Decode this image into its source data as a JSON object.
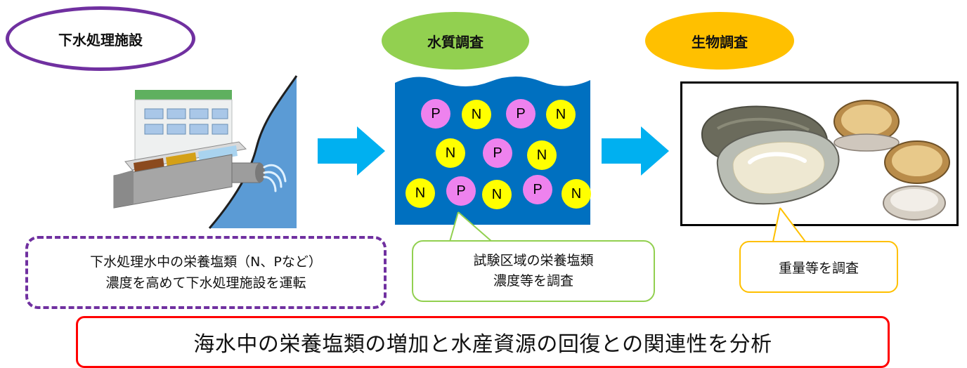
{
  "titles": {
    "sewage": "下水処理施設",
    "water": "水質調査",
    "bio": "生物調査"
  },
  "particles": {
    "p": "P",
    "n": "N"
  },
  "callouts": {
    "sewage_line1": "下水処理水中の栄養塩類（N、Pなど）",
    "sewage_line2": "濃度を高めて下水処理施設を運転",
    "water_line1": "試験区域の栄養塩類",
    "water_line2": "濃度等を調査",
    "bio": "重量等を調査"
  },
  "conclusion": "海水中の栄養塩類の増加と水産資源の回復との関連性を分析",
  "colors": {
    "purple": "#7030a0",
    "green": "#92d050",
    "orange": "#ffc000",
    "red": "#ff0000",
    "sea_blue": "#0070c0",
    "arrow_blue": "#00b0f0",
    "particle_p": "#ee82ee",
    "particle_n": "#ffff00"
  }
}
